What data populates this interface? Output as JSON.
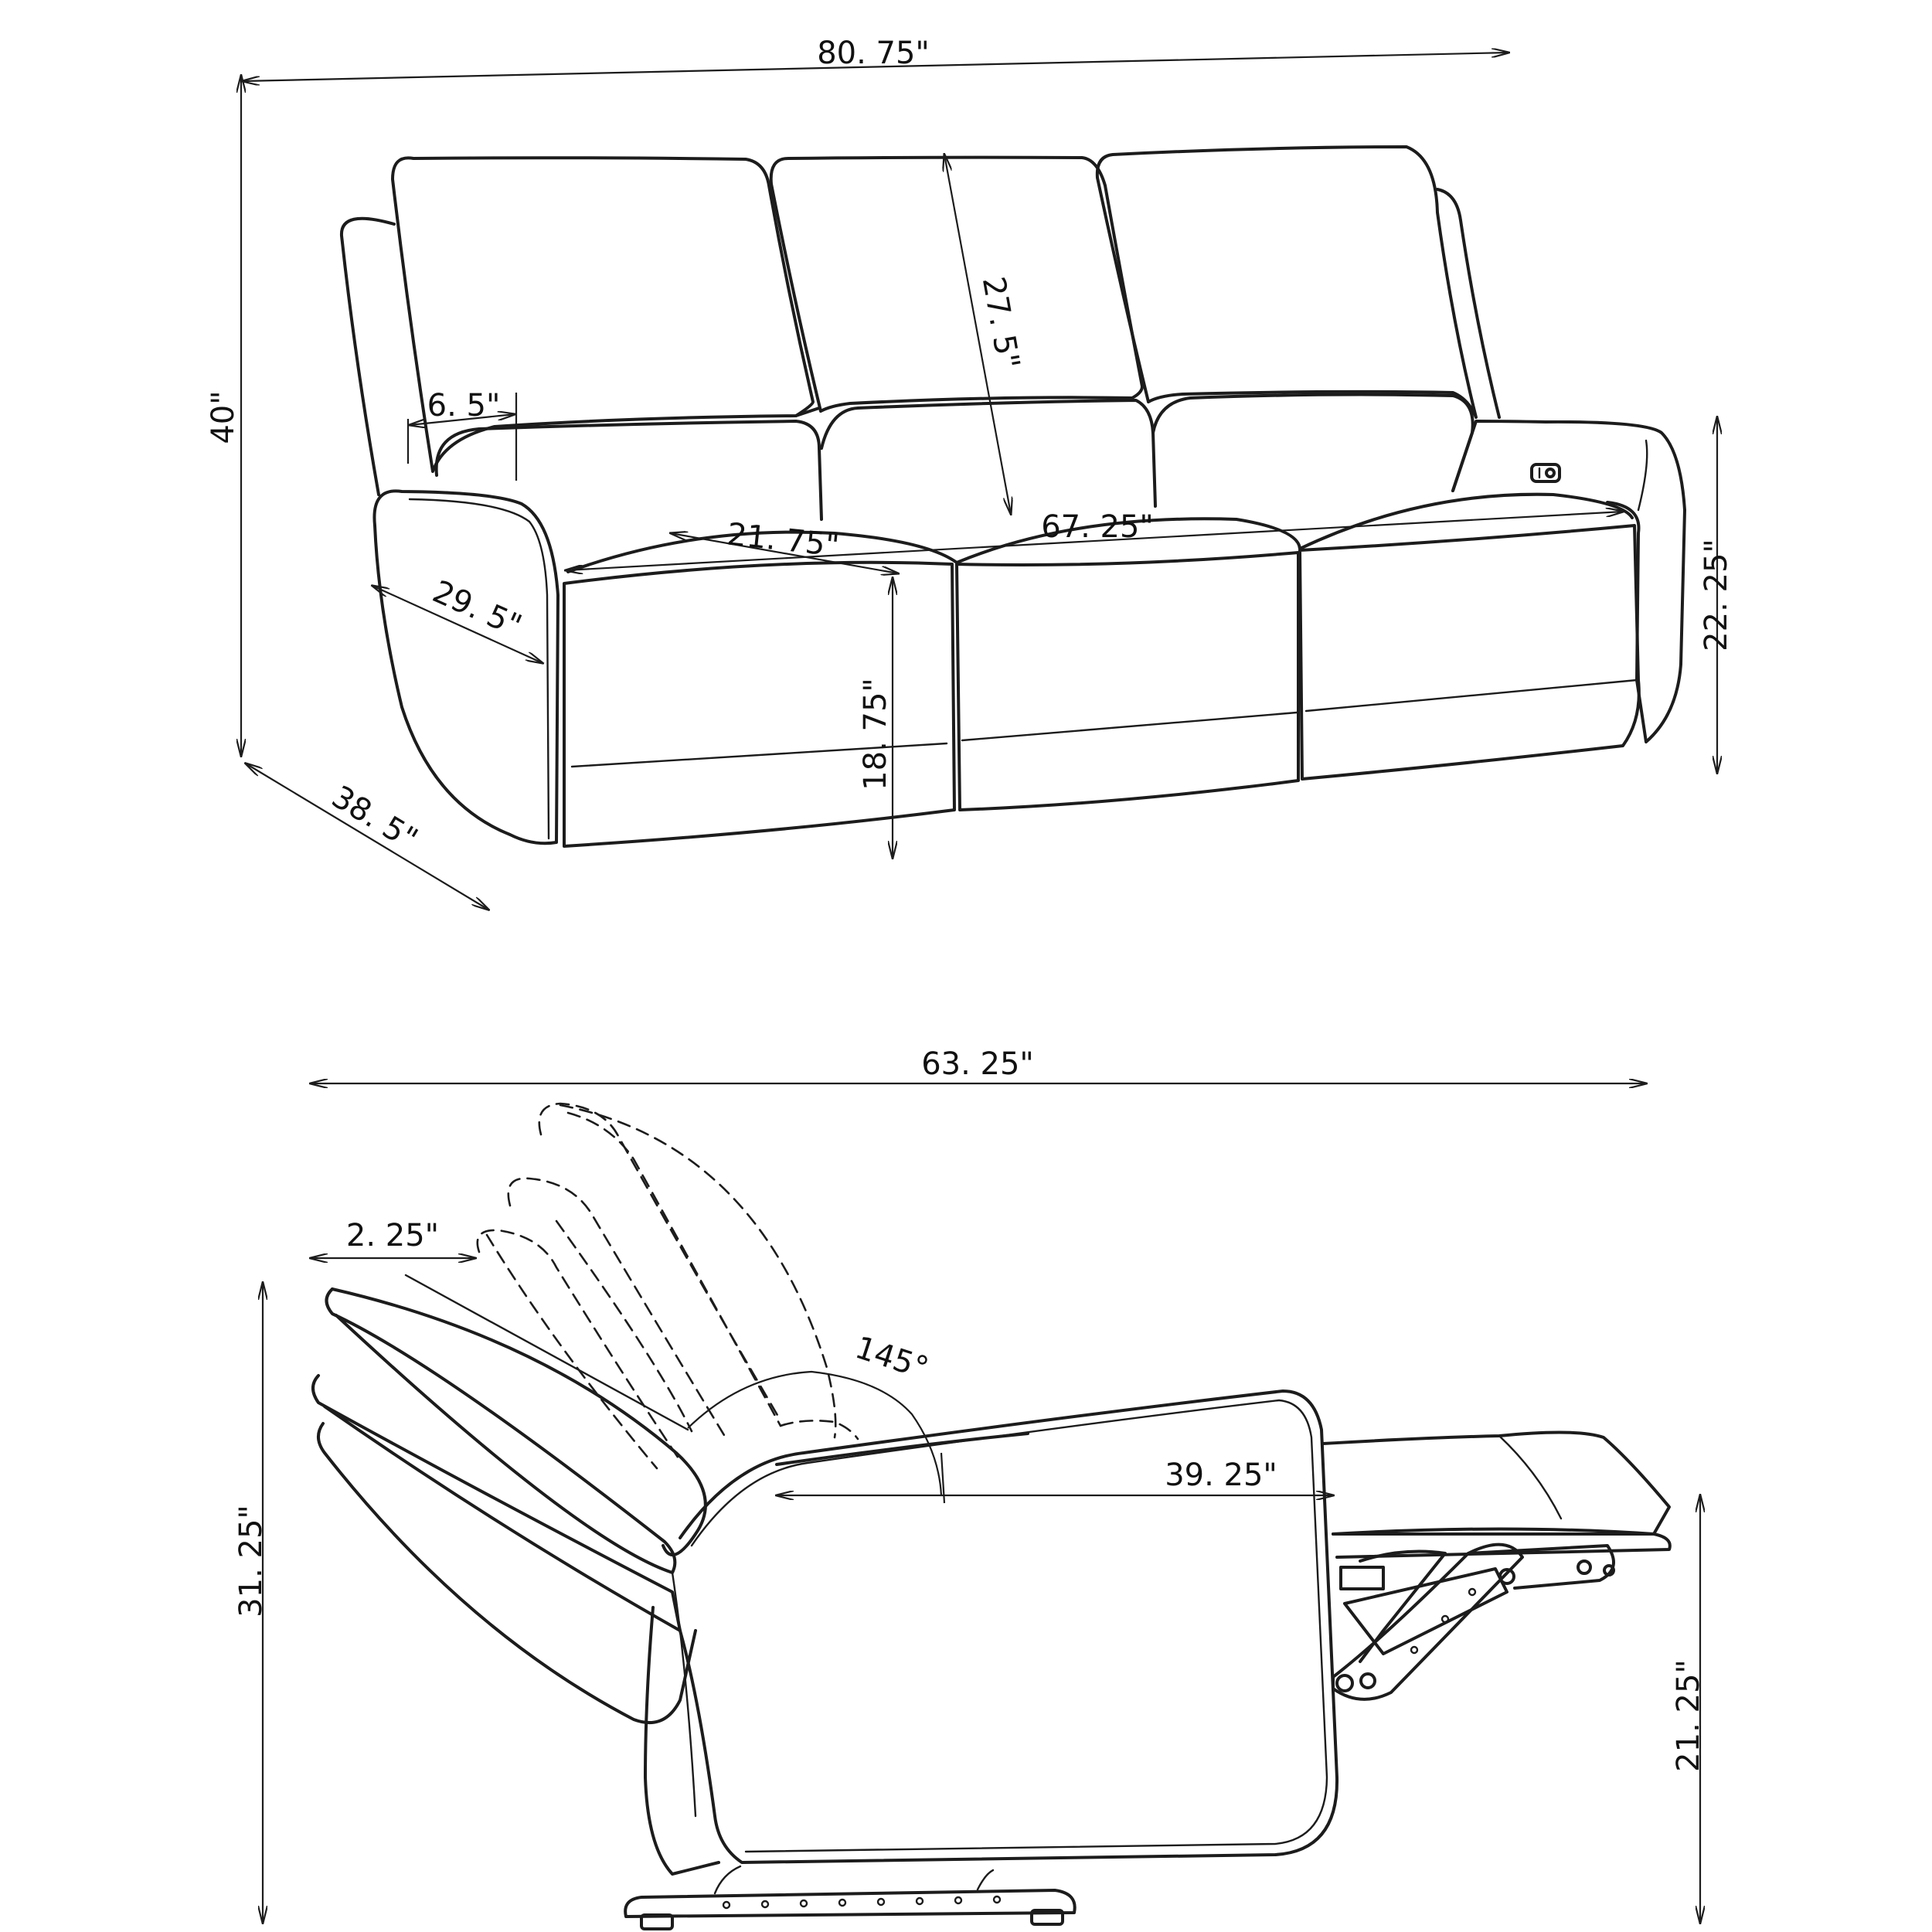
{
  "sofa_front_view": {
    "overall_width": "80. 75\"",
    "overall_height": "40\"",
    "overall_depth": "38. 5\"",
    "back_height": "27. 5\"",
    "arm_width": "6. 5\"",
    "arm_depth": "29. 5\"",
    "seat_width": "21. 75\"",
    "seating_width": "67. 25\"",
    "seat_height": "18. 75\"",
    "arm_height": "22. 25\"",
    "control_icon": "power-button-icon"
  },
  "recliner_side_view": {
    "reclined_length": "63. 25\"",
    "wall_clearance": "2. 25\"",
    "recline_angle": "145°",
    "reclined_seat_length": "39. 25\"",
    "back_height": "31. 25\"",
    "footrest_height": "21. 25\""
  },
  "colors": {
    "line": "#1c1c1c",
    "background": "#ffffff"
  }
}
